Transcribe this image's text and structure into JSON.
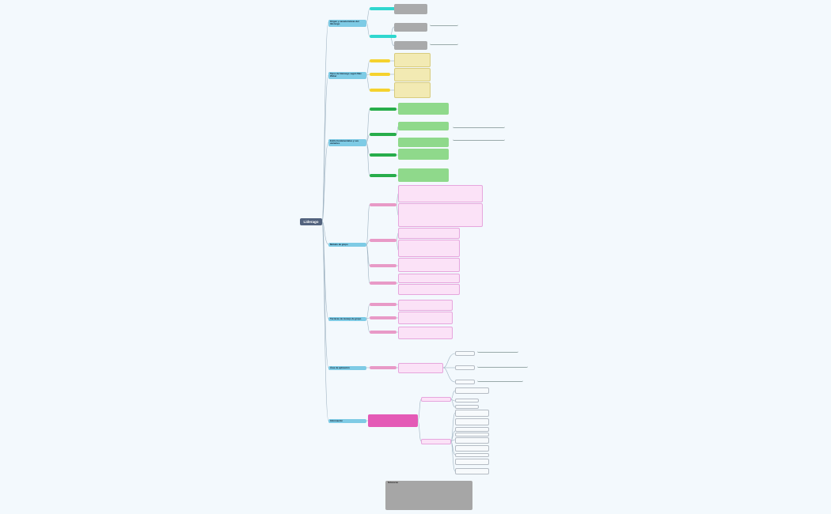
{
  "root": "Liderago",
  "branches": [
    "Origen y características del liderazgo",
    "Tipos de liderazgo según Max Weber",
    "Estilo fundamentales y sus variantes",
    "Método de grupo",
    "Técnicas de manejo de grupo",
    "Área de aplicación",
    "Información"
  ],
  "references_title": "Referencias"
}
